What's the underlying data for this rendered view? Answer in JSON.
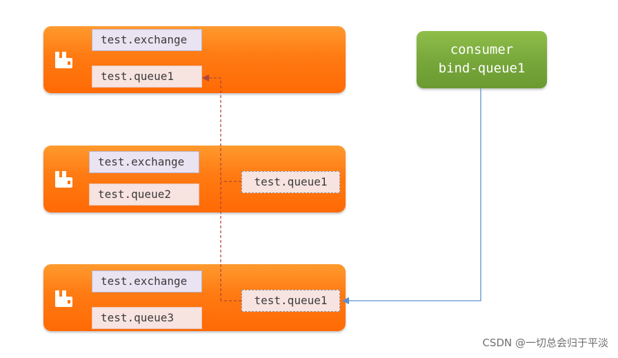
{
  "nodes": [
    {
      "exchange": "test.exchange",
      "queue": "test.queue1"
    },
    {
      "exchange": "test.exchange",
      "queue": "test.queue2",
      "mirror": "test.queue1"
    },
    {
      "exchange": "test.exchange",
      "queue": "test.queue3",
      "mirror": "test.queue1"
    }
  ],
  "consumer": {
    "line1": "consumer",
    "line2": "bind-queue1"
  },
  "icons": {
    "node_logo": "rabbitmq-icon"
  },
  "colors": {
    "node": "#ff7a12",
    "consumer": "#77a63a",
    "mirror_link": "#b0453a",
    "consumer_link": "#5b8fd0"
  },
  "watermark": "CSDN @一切总会归于平淡"
}
